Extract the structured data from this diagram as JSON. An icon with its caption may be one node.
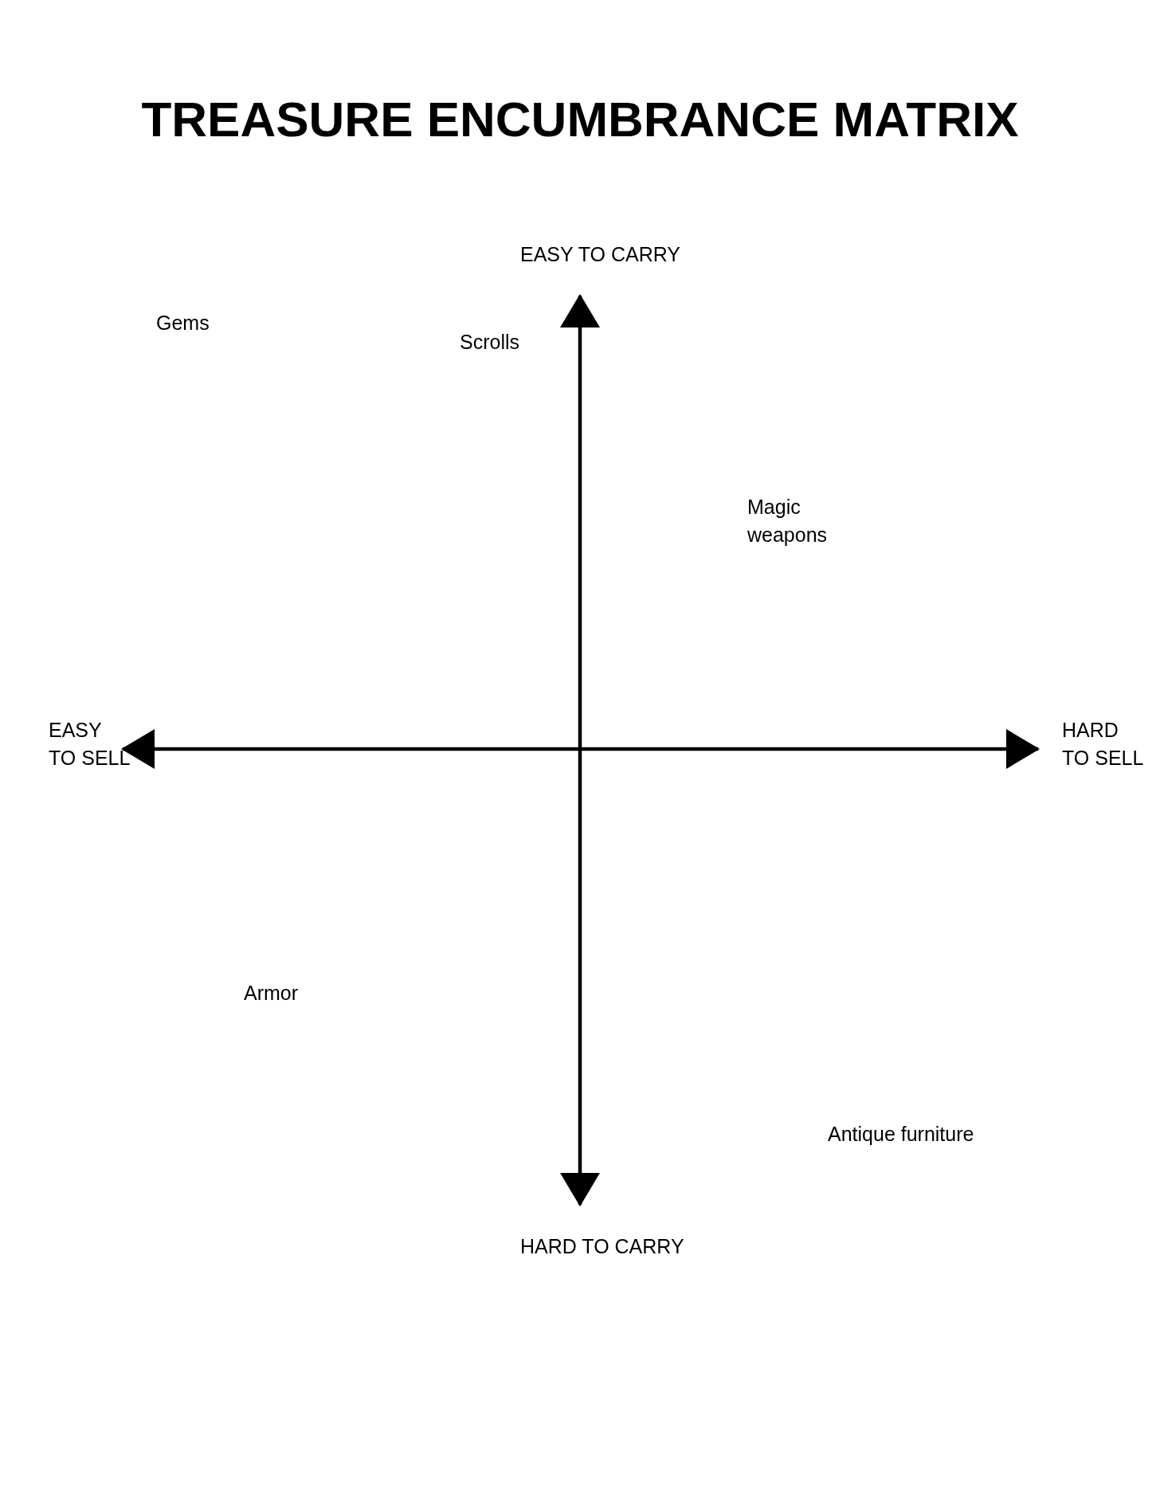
{
  "diagram": {
    "title": "TREASURE ENCUMBRANCE MATRIX",
    "labels": [
      "EASY TO CARRY",
      "Gems",
      "Scrolls",
      "Magic weapons",
      "EASY TO SELL",
      "HARD TO SELL",
      "Armor",
      "Antique furniture",
      "HARD TO CARRY"
    ]
  }
}
